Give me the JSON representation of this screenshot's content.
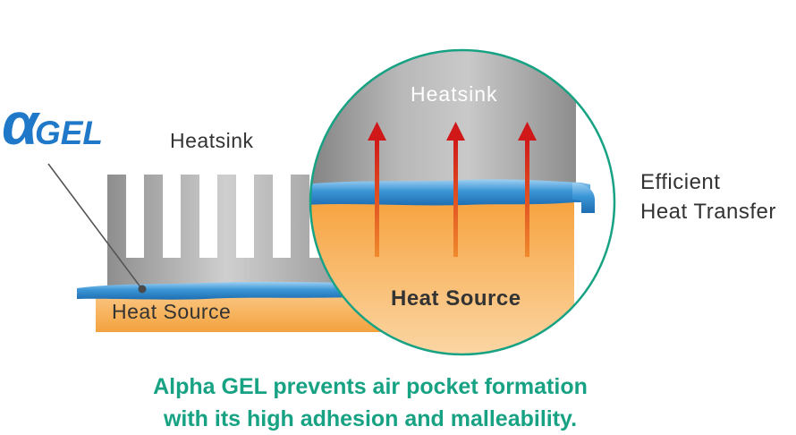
{
  "logo": {
    "alpha": "α",
    "gel": "GEL",
    "color": "#1f78c8"
  },
  "labels": {
    "heatsink_left": "Heatsink",
    "heat_source_left": "Heat Source",
    "heatsink_zoom": "Heatsink",
    "heat_source_zoom": "Heat Source",
    "efficient_line1": "Efficient",
    "efficient_line2": "Heat Transfer"
  },
  "caption": {
    "line1": "Alpha GEL prevents air pocket formation",
    "line2": "with its high adhesion and malleability.",
    "color": "#17a283"
  },
  "colors": {
    "heatsink": "#a9a9a9",
    "heat_source": "#f5a94e",
    "gel": "#2d86c9",
    "arrow": "#d01818",
    "zoom_border": "#17a283"
  }
}
